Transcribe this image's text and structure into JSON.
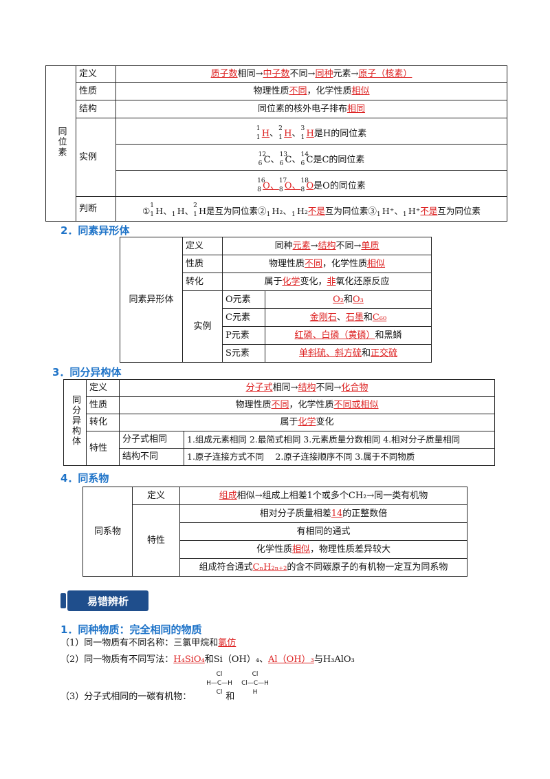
{
  "isotope": {
    "title": "同位素",
    "rows": {
      "def_label": "定义",
      "def": [
        "质子数",
        "相同→",
        "中子数",
        "不同→",
        "同种",
        "元素→",
        "原子（核素）"
      ],
      "prop_label": "性质",
      "prop": [
        "物理性质",
        "不同",
        "，化学性质",
        "相似"
      ],
      "struct_label": "结构",
      "struct": [
        "同位素的核外电子排布",
        "相同"
      ],
      "example_label": "实例",
      "ex1": [
        "1",
        "1",
        "H",
        "、",
        "2",
        "1",
        "H",
        "、",
        "3",
        "1",
        "H",
        "是H的同位素"
      ],
      "ex2": [
        "12",
        "6",
        "C、",
        "13",
        "6",
        "C、",
        "14",
        "6",
        "C是C的同位素"
      ],
      "ex3": [
        "16",
        "8",
        "O、",
        "17",
        "8",
        "O、",
        "18",
        "8",
        "O",
        "是O的同位素"
      ],
      "judge_label": "判断",
      "judge": [
        "①",
        "1",
        "1",
        "H、",
        "1",
        "H、",
        "2",
        "1",
        "H是互为同位素②",
        "1",
        "H₂、",
        "1",
        "H₂",
        "不是",
        "互为同位素③",
        "1",
        "H⁺、",
        "1",
        "H⁺",
        "不是",
        "互为同位素"
      ]
    }
  },
  "allotrope": {
    "heading": "2．同素异形体",
    "title": "同素异形体",
    "def_label": "定义",
    "def": [
      "同种",
      "元素",
      "→",
      "结构",
      "不同→",
      "单质"
    ],
    "prop_label": "性质",
    "prop": [
      "物理性质",
      "不同",
      "，化学性质",
      "相似"
    ],
    "trans_label": "转化",
    "trans": [
      "属于",
      "化学",
      "变化，",
      "非",
      "氧化还原反应"
    ],
    "example_label": "实例",
    "examples": [
      {
        "el": "O元素",
        "v": [
          "O₂",
          "和",
          "O₃"
        ]
      },
      {
        "el": "C元素",
        "v": [
          "金刚石",
          "、",
          "石墨",
          "和",
          "C₆₀"
        ]
      },
      {
        "el": "P元素",
        "v": [
          "红磷、白磷（黄磷）",
          "和黑鳞"
        ]
      },
      {
        "el": "S元素",
        "v": [
          "单斜硫、斜方硫",
          "和",
          "正交硫"
        ]
      }
    ]
  },
  "isomer": {
    "heading": "3．同分异构体",
    "title": "同分异构体",
    "def_label": "定义",
    "def": [
      "分子式",
      "相同→",
      "结构",
      "不同→",
      "化合物"
    ],
    "prop_label": "性质",
    "prop": [
      "物理性质",
      "不同",
      "，化学性质",
      "不同或相似"
    ],
    "trans_label": "转化",
    "trans": [
      "属于",
      "化学",
      "变化"
    ],
    "feature_label": "特性",
    "f1_label": "分子式相同",
    "f1": "1.组成元素相同 2.最简式相同 3.元素质量分数相同 4.相对分子质量相同",
    "f2_label": "结构不同",
    "f2": "1.原子连接方式不同　 2.原子连接顺序不同 3.属于不同物质"
  },
  "homolog": {
    "heading": "4．同系物",
    "title": "同系物",
    "def_label": "定义",
    "def": [
      "组成",
      "相似→组成上相差1个或多个CH₂→同一类有机物"
    ],
    "feature_label": "特性",
    "f1": [
      "相对分子质量相差",
      "14",
      "的正整数倍"
    ],
    "f2": "有相同的通式",
    "f3": [
      "化学性质",
      "相似",
      "，物理性质差异较大"
    ],
    "f4": [
      "组成符合通式",
      "CₙH₂ₙ₊₂",
      "的含不同碳原子的有机物一定互为同系物"
    ]
  },
  "banner": "易错辨析",
  "mistakes": {
    "heading": "1．同种物质：完全相同的物质",
    "p1": [
      "（1）同一物质有不同名称：三氯甲烷和",
      "氯仿"
    ],
    "p2": [
      "（2）同一物质有不同写法：",
      "H₄SiO₄",
      "和Si（OH）₄、",
      "Al（OH）₃",
      "与H₃AlO₃"
    ],
    "p3": [
      "（3）分子式相同的一碳有机物：",
      "和"
    ],
    "mol1": [
      "Cl",
      "H—C—H",
      "Cl"
    ],
    "mol2": [
      "Cl",
      "Cl—C—H",
      "H"
    ]
  }
}
